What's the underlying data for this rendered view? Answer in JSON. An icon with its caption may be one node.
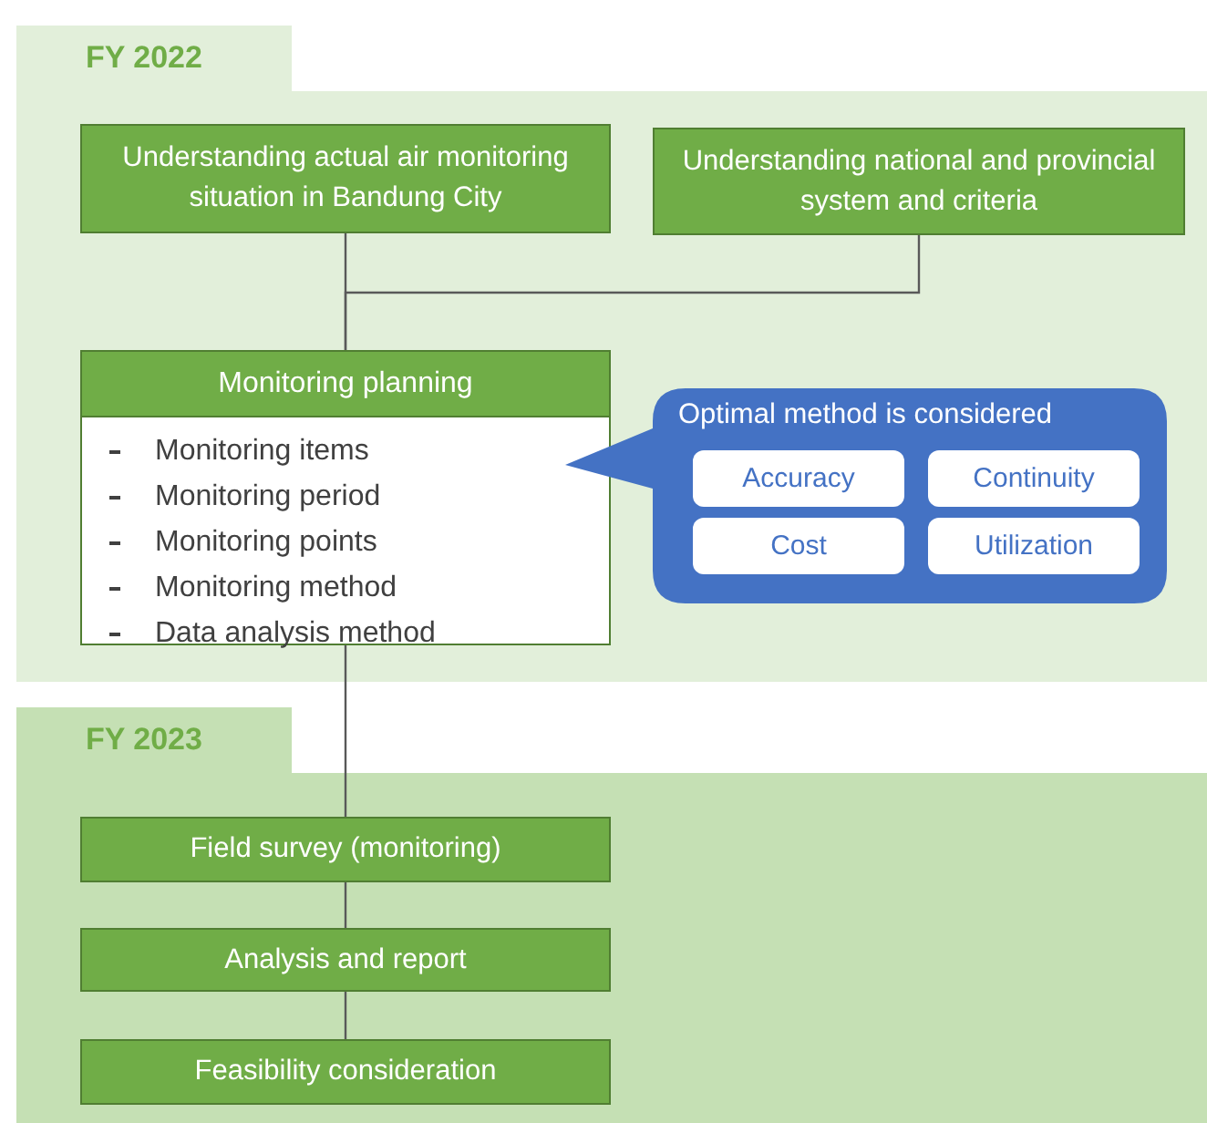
{
  "diagram": {
    "nodes": [
      {
        "text": [
          "FY 2022"
        ]
      },
      {
        "text": [
          "Understanding actual air monitoring situation in Bandung City"
        ],
        "in": 0
      },
      {
        "text": [
          "Understanding national and provincial system and criteria"
        ],
        "in": 0
      },
      {
        "text": [
          "Monitoring planning",
          "Monitoring items",
          "Monitoring period",
          "Monitoring points",
          "Monitoring method",
          "Data analysis method"
        ],
        "in": 0
      },
      {
        "text": [
          "Optimal method is considered"
        ],
        "in": 0
      },
      {
        "text": [
          "Accuracy"
        ],
        "in": 4
      },
      {
        "text": [
          "Continuity"
        ],
        "in": 4
      },
      {
        "text": [
          "Cost"
        ],
        "in": 4
      },
      {
        "text": [
          "Utilization"
        ],
        "in": 4
      },
      {
        "text": [
          "FY 2023"
        ]
      },
      {
        "text": [
          "Field survey (monitoring)"
        ],
        "in": 9
      },
      {
        "text": [
          "Analysis and report"
        ],
        "in": 9
      },
      {
        "text": [
          "Feasibility consideration"
        ],
        "in": 9
      }
    ],
    "edges": [
      {
        "from": 1,
        "to": 3,
        "arrow": "none"
      },
      {
        "from": 2,
        "to": 3,
        "arrow": "none"
      },
      {
        "from": 3,
        "to": 10,
        "arrow": "none"
      },
      {
        "from": 10,
        "to": 11,
        "arrow": "none"
      },
      {
        "from": 11,
        "to": 12,
        "arrow": "none"
      }
    ]
  }
}
